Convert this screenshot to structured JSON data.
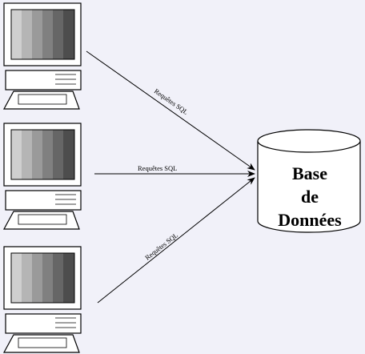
{
  "diagram": {
    "arrows": [
      {
        "label": "Requêtes SQL"
      },
      {
        "label": "Requêtes SQL"
      },
      {
        "label": "Requêtes SQL"
      }
    ],
    "computers": [
      {
        "icon": "computer-icon"
      },
      {
        "icon": "computer-icon"
      },
      {
        "icon": "computer-icon"
      }
    ],
    "database": {
      "icon": "database-cylinder-icon",
      "label_lines": [
        "Base",
        "de",
        "Données"
      ]
    }
  }
}
